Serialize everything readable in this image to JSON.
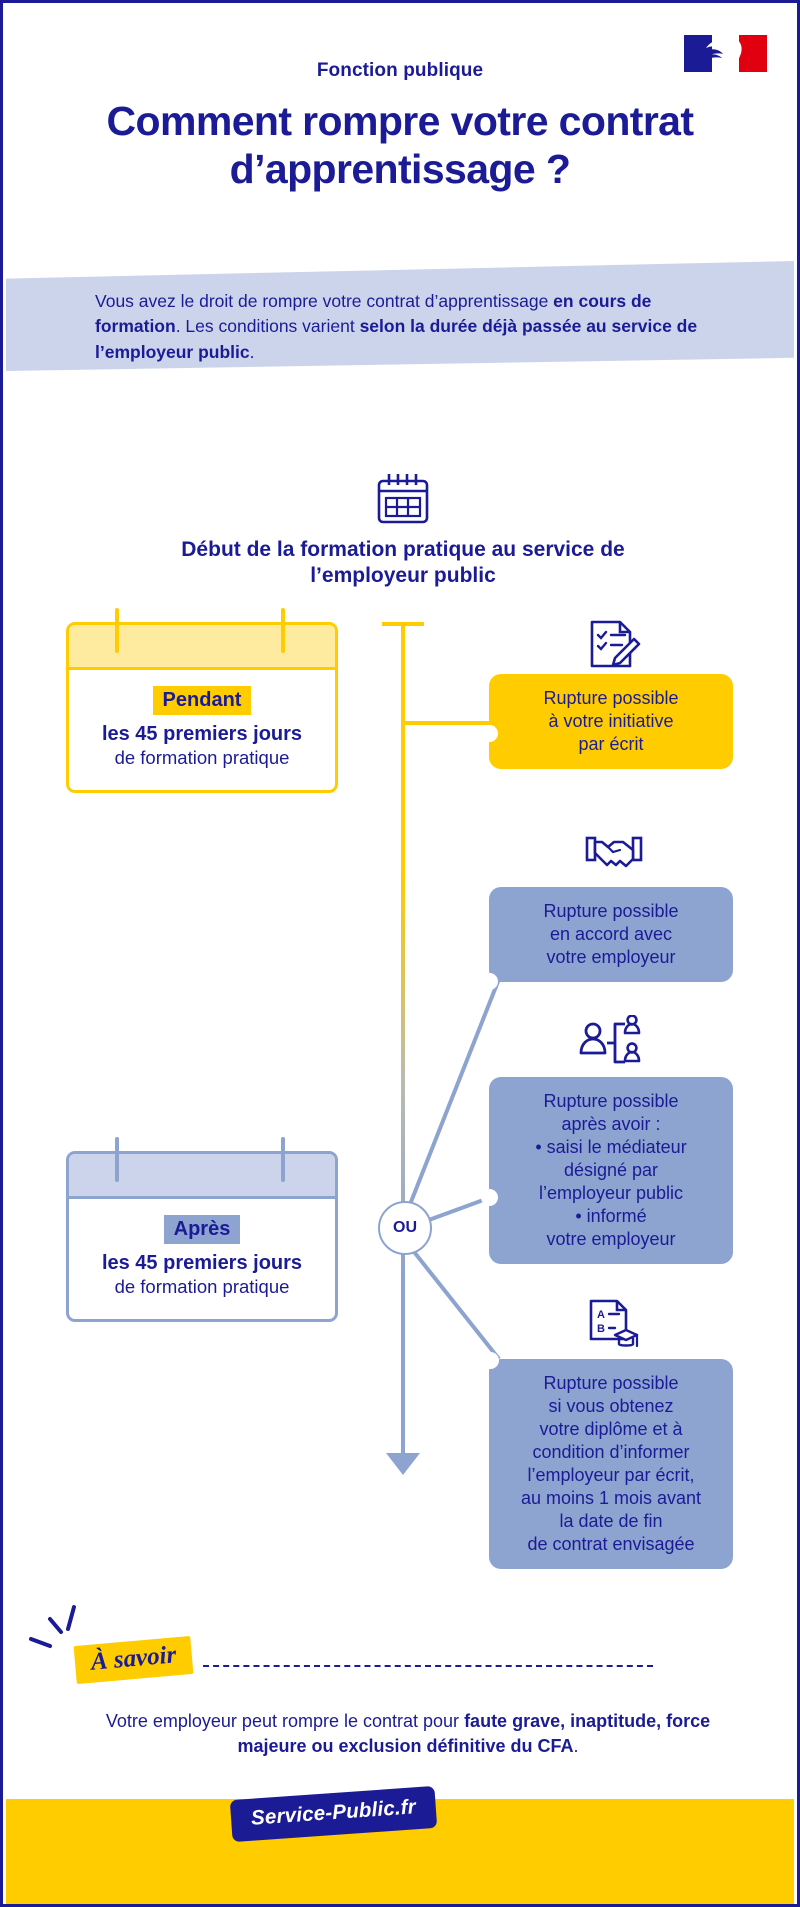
{
  "page": {
    "brand_blue": "#1b1b96",
    "brand_yellow": "#ffcc00",
    "brand_light_blue": "#8da3d0",
    "brand_pale_blue": "#ccd4ec",
    "brand_pale_yellow": "#ffeba0"
  },
  "header": {
    "flag_label": "République Française",
    "eyebrow": "Fonction publique",
    "title": "Comment rompre votre contrat d’apprentissage ?"
  },
  "intro": {
    "part1": "Vous avez le droit de rompre votre contrat d’apprentissage ",
    "bold1": "en cours de formation",
    "part2": ". Les conditions varient ",
    "bold2": "selon la durée déjà passée au service de l’employeur public",
    "part3": "."
  },
  "timeline": {
    "start_icon": "calendar-icon",
    "start_caption": "Début de la formation pratique au service de l’employeur public",
    "or_node": "OU"
  },
  "cards": [
    {
      "id": "pendant",
      "tag": "Pendant",
      "line1": "les 45 premiers jours",
      "line2": "de formation pratique"
    },
    {
      "id": "apres",
      "tag": "Après",
      "line1": "les 45 premiers jours",
      "line2": "de formation pratique"
    }
  ],
  "outcomes": [
    {
      "id": "initiative",
      "icon": "checklist-pencil-icon",
      "color": "yellow",
      "lines": [
        "Rupture possible",
        "à votre initiative",
        "par écrit"
      ],
      "bullets": []
    },
    {
      "id": "accord",
      "icon": "handshake-icon",
      "color": "blue",
      "lines": [
        "Rupture possible",
        "en accord avec",
        "votre employeur"
      ],
      "bullets": []
    },
    {
      "id": "mediateur",
      "icon": "mediator-people-icon",
      "color": "blue",
      "lines": [
        "Rupture possible",
        "après avoir :"
      ],
      "bullets": [
        [
          "saisi le médiateur",
          "désigné par",
          "l’employeur public"
        ],
        [
          "informé",
          "votre employeur"
        ]
      ]
    },
    {
      "id": "diplome",
      "icon": "diploma-document-icon",
      "color": "blue",
      "lines": [
        "Rupture possible",
        "si vous obtenez",
        "votre diplôme et à",
        "condition d’informer",
        "l’employeur par écrit,",
        "au moins 1 mois avant",
        "la date de fin",
        "de contrat envisagée"
      ],
      "bullets": []
    }
  ],
  "note": {
    "tag": "À savoir",
    "text_part1": "Votre employeur peut rompre le contrat pour ",
    "text_bold": "faute grave, inaptitude, force majeure ou exclusion définitive du CFA",
    "text_part2": "."
  },
  "footer": {
    "logo": "Service-Public.fr"
  }
}
